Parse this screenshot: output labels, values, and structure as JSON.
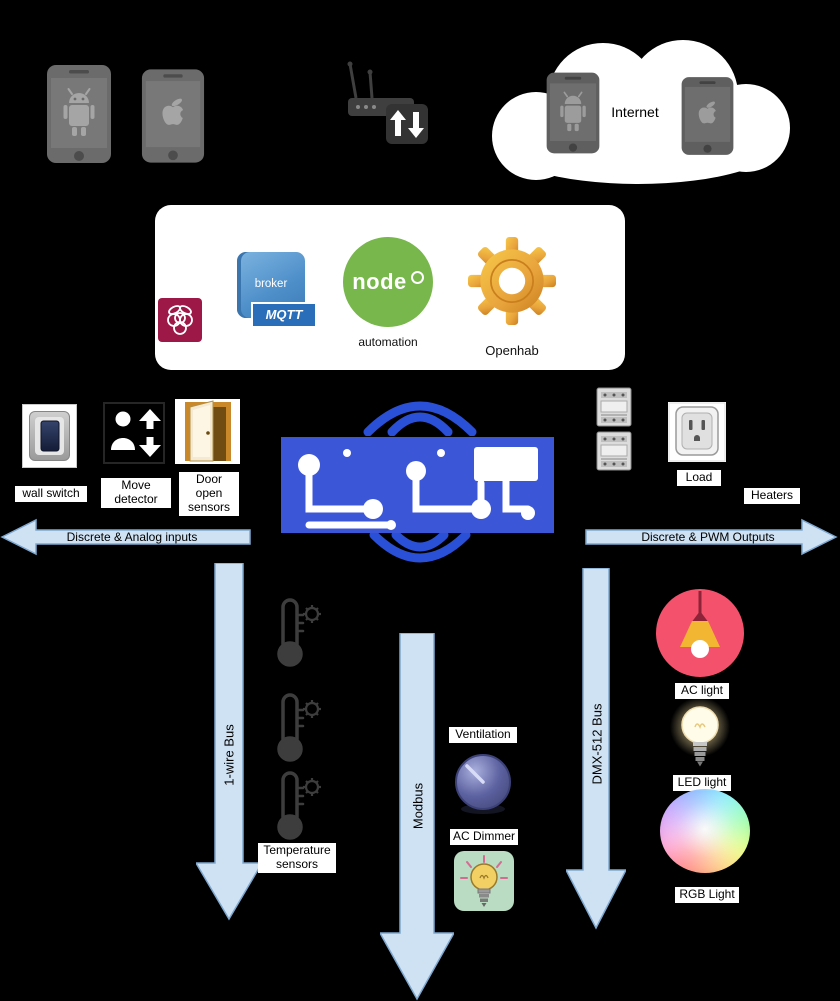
{
  "internet": {
    "label": "Internet"
  },
  "server": {
    "broker": "broker",
    "mqtt": "MQTT",
    "node": "node",
    "automation": "automation",
    "openhab": "Openhab"
  },
  "inputs": {
    "arrow": "Discrete & Analog inputs",
    "wall_switch": "wall switch",
    "move_detector": "Move detector",
    "door_sensors": "Door open sensors"
  },
  "outputs": {
    "arrow": "Discrete & PWM Outputs",
    "load": "Load",
    "heaters": "Heaters"
  },
  "buses": {
    "one_wire": "1-wire Bus",
    "modbus": "Modbus",
    "dmx": "DMX-512 Bus"
  },
  "devices": {
    "temperature": "Temperature sensors",
    "ventilation": "Ventilation",
    "ac_dimmer": "AC Dimmer",
    "ac_light": "AC light",
    "led_light": "LED light",
    "rgb_light": "RGB Light"
  },
  "colors": {
    "background": "#000000",
    "arrow_fill": "#cfe2f3",
    "arrow_stroke": "#7fa8cf",
    "pcb_blue": "#3c56d8",
    "wifi_blue": "#2b50d8",
    "node_green": "#77b74b",
    "openhab_gold": "#e8a33c",
    "raspberry_crimson": "#9d1747",
    "mqtt_blue": "#4d8ec9",
    "ac_light_pink": "#f4516c"
  }
}
